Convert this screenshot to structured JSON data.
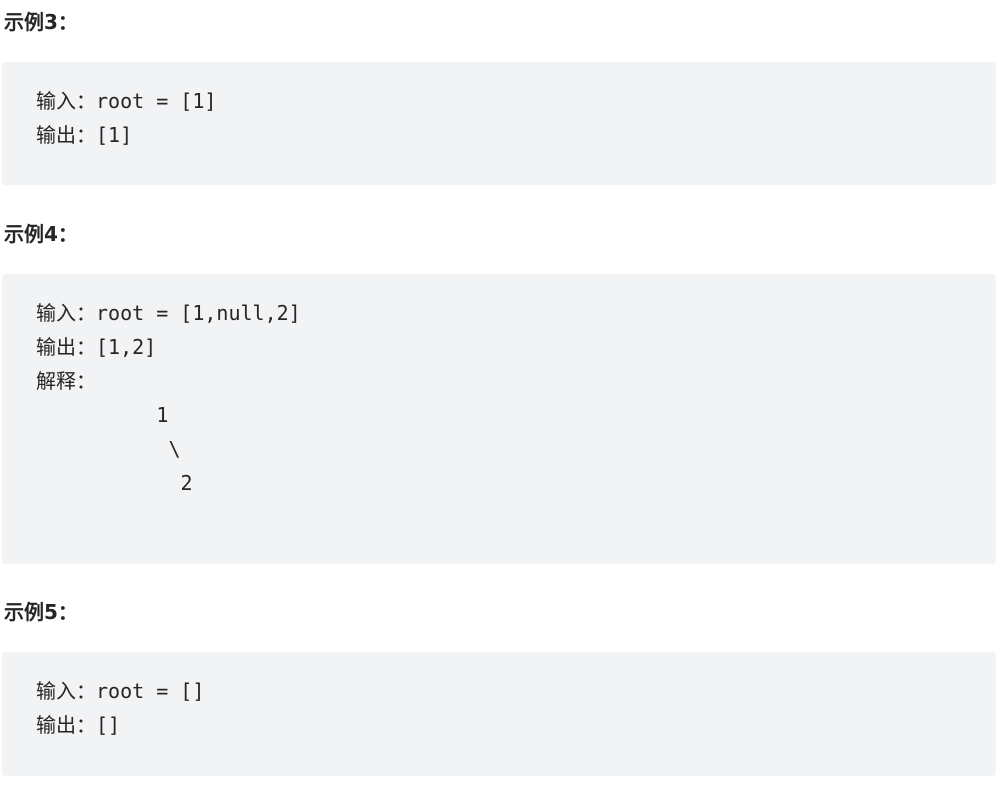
{
  "examples": [
    {
      "heading": "示例3：",
      "lines": [
        "输入：root = [1]",
        "输出：[1]"
      ]
    },
    {
      "heading": "示例4：",
      "lines": [
        "输入：root = [1,null,2]",
        "输出：[1,2]",
        "解释：",
        "          1",
        "           \\",
        "            2"
      ]
    },
    {
      "heading": "示例5：",
      "lines": [
        "输入：root = []",
        "输出：[]"
      ]
    }
  ]
}
